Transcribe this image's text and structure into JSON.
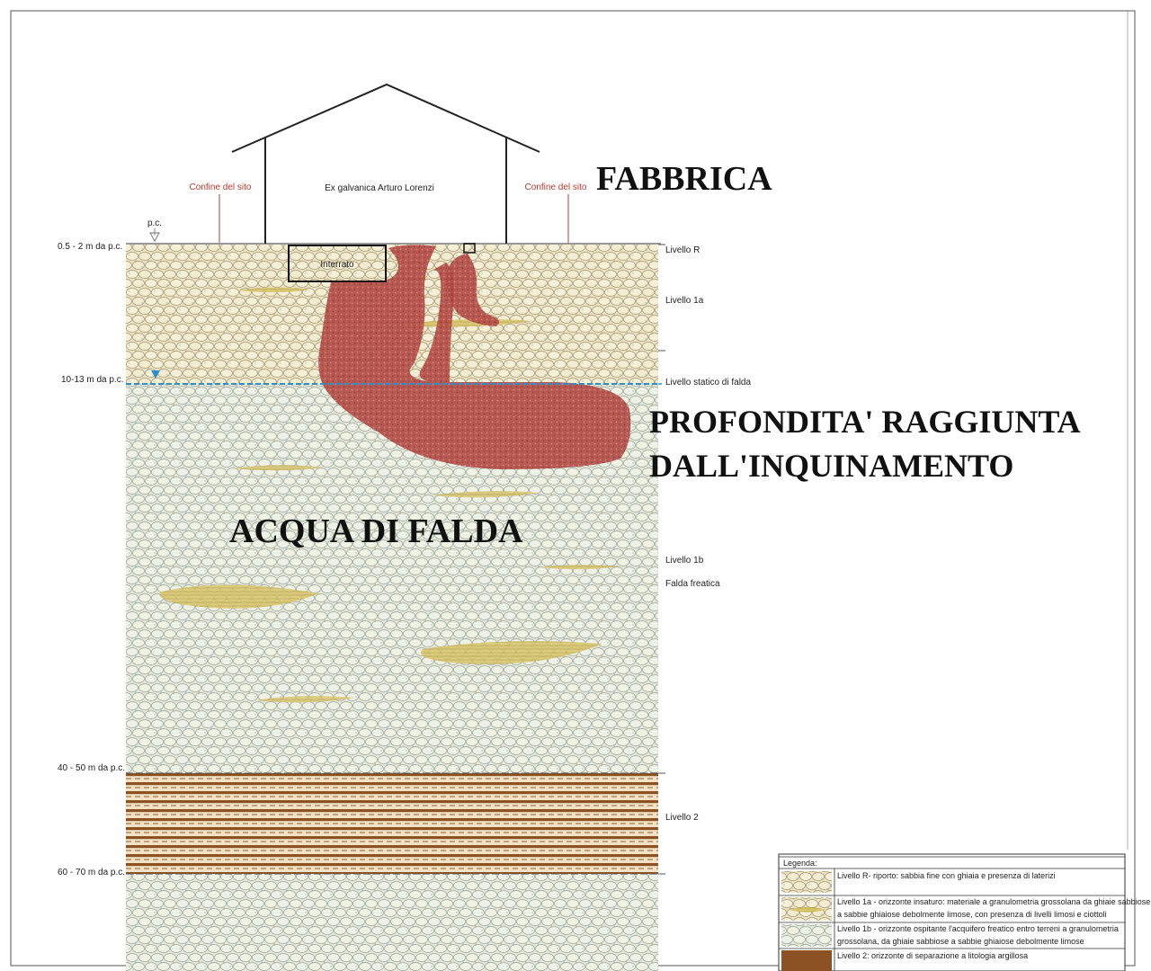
{
  "building": {
    "name": "Ex galvanica Arturo Lorenzi",
    "title": "FABBRICA",
    "site_boundary_left": "Confine del sito",
    "site_boundary_right": "Confine del sito",
    "basement": "Interrato",
    "ground_marker": "p.c."
  },
  "depths": {
    "d1": "0.5 - 2 m da p.c.",
    "d2": "10-13 m da p.c.",
    "d3": "40 - 50 m da p.c.",
    "d4": "60 - 70 m da p.c."
  },
  "levels": {
    "r": "Livello R",
    "l1a": "Livello 1a",
    "water_table": "Livello statico di falda",
    "l1b": "Livello 1b",
    "aquifer": "Falda freatica",
    "l2": "Livello 2"
  },
  "annotations": {
    "pollution_line1": "PROFONDITA' RAGGIUNTA",
    "pollution_line2": "DALL'INQUINAMENTO",
    "groundwater": "ACQUA DI FALDA"
  },
  "legend": {
    "title": "Legenda:",
    "items": [
      {
        "line1": "Livello R- riporto: sabbia fine con ghiaia e presenza di laterizi",
        "line2": ""
      },
      {
        "line1": "Livello 1a - orizzonte insaturo: materiale a granulometria grossolana da ghiaie sabbiose",
        "line2": "a sabbie ghiaiose debolmente limose, con presenza di livelli limosi e ciottoli"
      },
      {
        "line1": "Livello 1b - orizzonte ospitante l'acquifero freatico entro terreni a granulometria",
        "line2": "grossolana, da ghiaie sabbiose a sabbie ghiaiose debolmente limose"
      },
      {
        "line1": "Livello 2: orizzonte di separazione a litologia argillosa",
        "line2": ""
      }
    ]
  },
  "colors": {
    "contamination": "#b24a45",
    "water_line": "#2a8fd0",
    "soil_unsat": "#efe6c6",
    "soil_sat": "#e7ecdc",
    "clay": "#9a5a28"
  }
}
